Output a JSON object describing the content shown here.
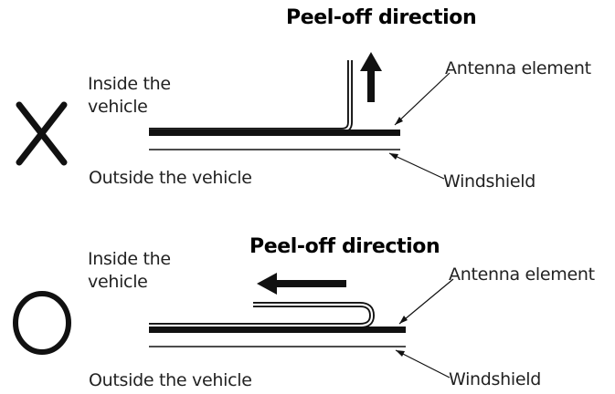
{
  "panels": [
    {
      "verdict_symbol": "X",
      "peel_label": "Peel-off direction",
      "inside_label_line1": "Inside the",
      "inside_label_line2": "vehicle",
      "outside_label": "Outside the vehicle",
      "antenna_label": "Antenna element",
      "windshield_label": "Windshield"
    },
    {
      "verdict_symbol": "O",
      "peel_label": "Peel-off direction",
      "inside_label_line1": "Inside the",
      "inside_label_line2": "vehicle",
      "outside_label": "Outside the vehicle",
      "antenna_label": "Antenna element",
      "windshield_label": "Windshield"
    }
  ],
  "colors": {
    "ink": "#111111",
    "text": "#222222",
    "background": "#ffffff"
  },
  "icons": [
    "cross-mark-icon",
    "circle-mark-icon",
    "arrow-up-icon",
    "arrow-left-icon"
  ]
}
